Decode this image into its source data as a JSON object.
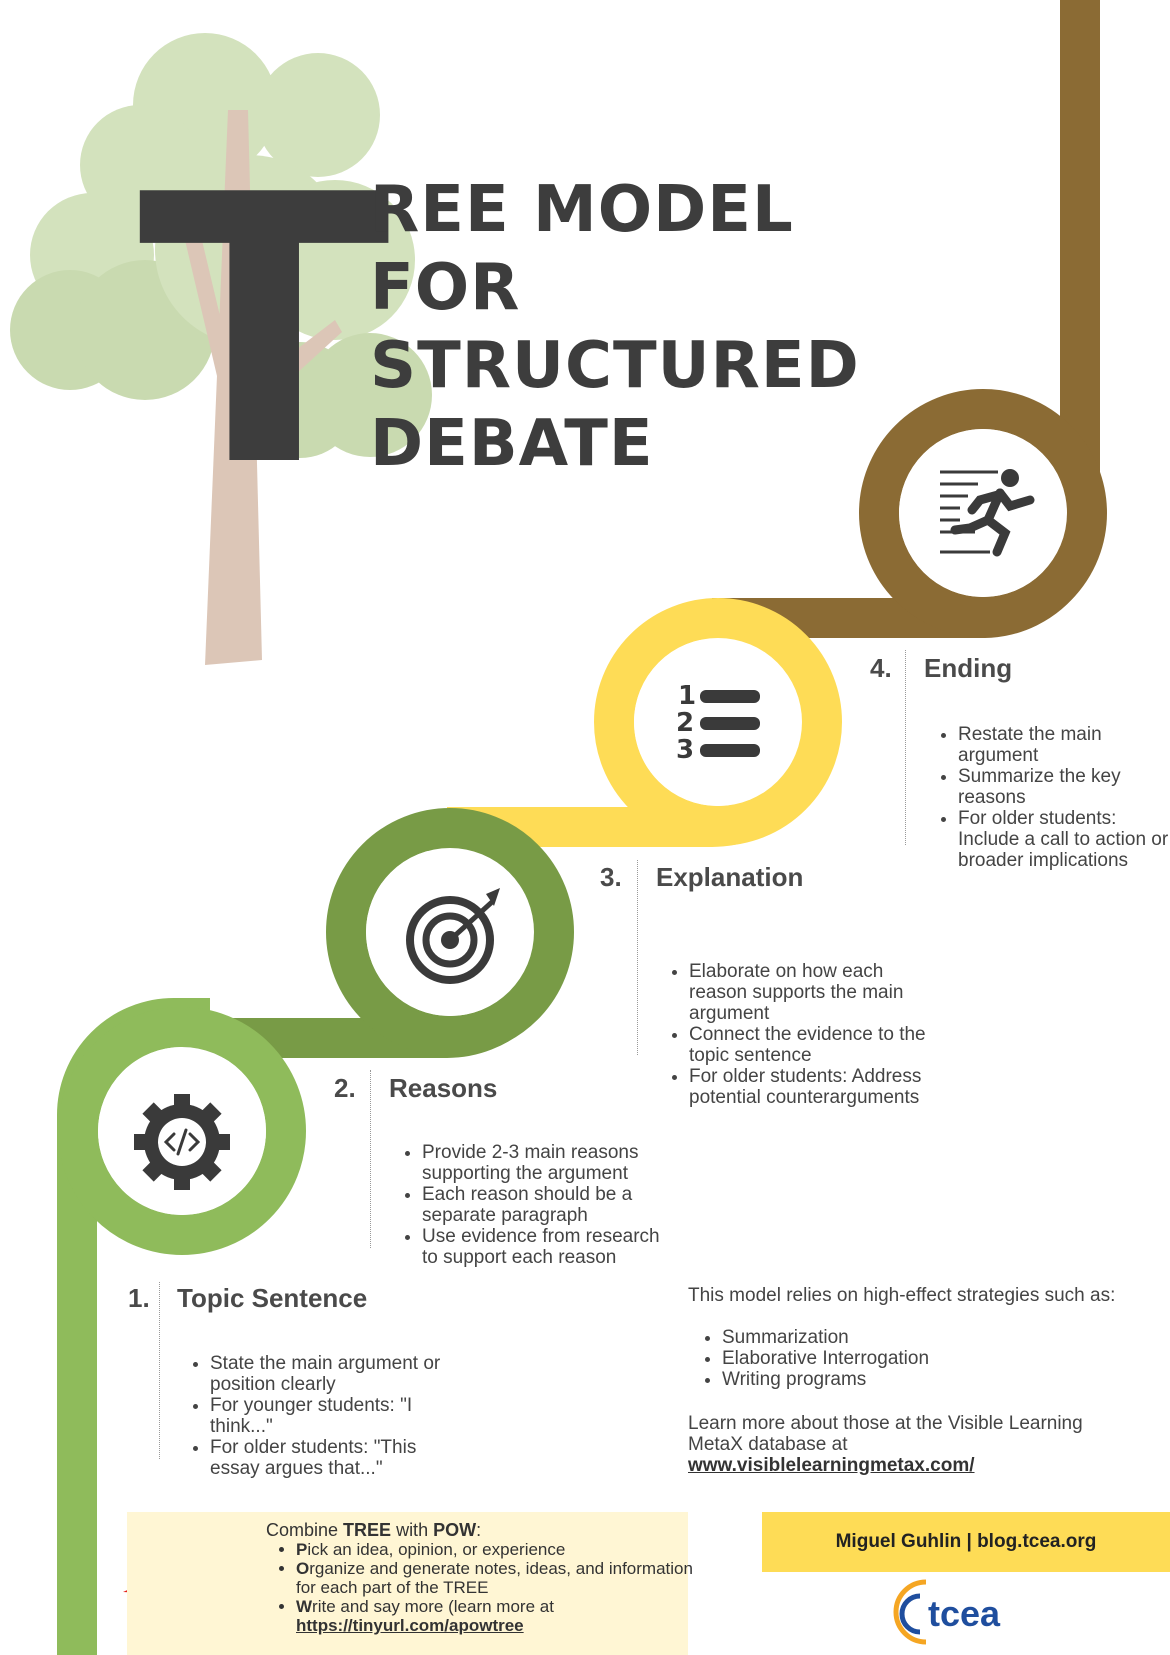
{
  "title": {
    "big_letter": "T",
    "lines": [
      "REE MODEL",
      "FOR",
      "STRUCTURED",
      "DEBATE"
    ]
  },
  "colors": {
    "step1": "#8fbb5b",
    "step2": "#789b46",
    "step3": "#fedc56",
    "step4": "#8b6b34",
    "title_text": "#3d3d3d",
    "tree_leaves": "#d3e2bd",
    "tree_trunk": "#dcc6b7",
    "pow_box": "#fff6d4",
    "credit_box": "#fedc56"
  },
  "steps": [
    {
      "num": "1.",
      "title": "Topic Sentence",
      "icon": "code-gear-icon",
      "bullets": [
        "State the main argument or position clearly",
        "For younger students: \"I think...\"",
        "For older students: \"This essay argues that...\""
      ]
    },
    {
      "num": "2.",
      "title": "Reasons",
      "icon": "target-icon",
      "bullets": [
        "Provide 2-3 main reasons supporting the argument",
        "Each reason should be a separate paragraph",
        "Use evidence from research to support each reason"
      ]
    },
    {
      "num": "3.",
      "title": "Explanation",
      "icon": "numbered-list-icon",
      "bullets": [
        "Elaborate on how each reason supports the main argument",
        "Connect the evidence to the topic sentence",
        "For older students: Address potential counterarguments"
      ]
    },
    {
      "num": "4.",
      "title": "Ending",
      "icon": "running-person-icon",
      "bullets": [
        "Restate the main argument",
        "Summarize the key reasons",
        "For older students: Include a call to action or broader implications"
      ]
    }
  ],
  "strategies": {
    "intro": "This model relies on high-effect strategies such as:",
    "items": [
      "Summarization",
      "Elaborative Interrogation",
      "Writing programs"
    ],
    "learn_more": "Learn more about those at the Visible Learning MetaX database at",
    "link": "www.visiblelearningmetax.com/"
  },
  "pow": {
    "intro_prefix": "Combine ",
    "tree_word": "TREE",
    "intro_mid": " with ",
    "pow_word": "POW",
    "intro_suffix": ":",
    "items": [
      {
        "initial": "P",
        "rest": "ick an idea, opinion, or experience"
      },
      {
        "initial": "O",
        "rest": "rganize and generate notes, ideas, and information for each part of the TREE"
      },
      {
        "initial": "W",
        "rest": "rite and say more (learn more at"
      }
    ],
    "link": "https://tinyurl.com/apowtree"
  },
  "credit": "Miguel Guhlin | blog.tcea.org",
  "logo_text": "tcea"
}
